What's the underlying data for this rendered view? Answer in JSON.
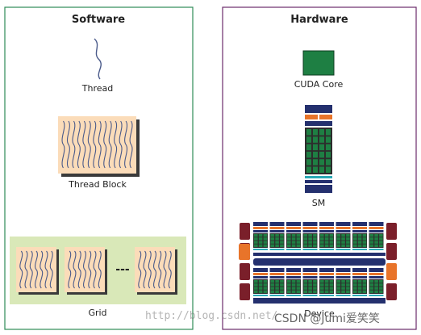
{
  "software": {
    "title": "Software",
    "thread_label": "Thread",
    "block_label": "Thread Block",
    "grid_label": "Grid"
  },
  "hardware": {
    "title": "Hardware",
    "core_label": "CUDA Core",
    "sm_label": "SM",
    "device_label": "Device"
  },
  "watermark": {
    "url_text": "http://blog.csdn.net/",
    "brand_text": "CSDN @Jumi爱笑笑"
  },
  "colors": {
    "software_border": "#2e8b57",
    "hardware_border": "#6b2c6b",
    "block_fill": "#fbdcb9",
    "block_shadow": "#3a3a3a",
    "thread_wave": "#4a5a8a",
    "grid_bg": "#d9e8b8",
    "core_green": "#1e7f43",
    "navy": "#24306e",
    "orange": "#e8742a",
    "teal": "#2aa9b5",
    "maroon": "#7a1f2a"
  }
}
